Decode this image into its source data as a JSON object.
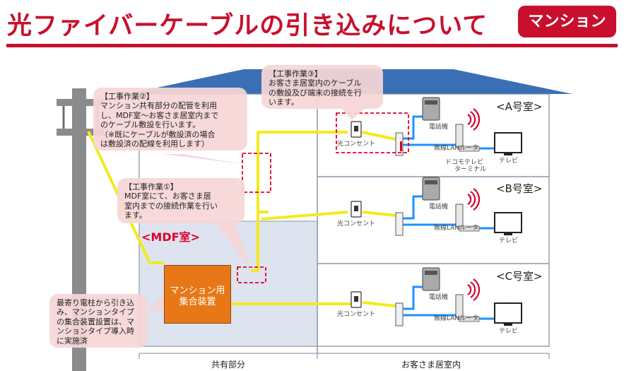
{
  "header": {
    "title": "光ファイバーケーブルの引き込みについて",
    "badge": "マンション"
  },
  "notes": {
    "work2": [
      "【工事作業②】",
      "マンション共有部分の配管を利用",
      "し、MDF室～お客さま居室内まで",
      "のケーブル敷設を行います。",
      "（※既にケーブルが敷設済の場合",
      "は敷設済の配線を利用します）"
    ],
    "work3": [
      "【工事作業③】",
      "お客さま居室内のケーブル",
      "の敷設及び端末の接続を行",
      "います。"
    ],
    "work1": [
      "【工事作業①】",
      "MDF室にて、お客さま居",
      "室内までの接続作業を行い",
      "ます。"
    ],
    "pole": [
      "最寄り電柱から引き込",
      "み、マンションタイプ",
      "の集合装置設置は、マ",
      "ンションタイプ導入時",
      "に実施済"
    ]
  },
  "mdf_label": "<MDF室>",
  "unit_label": [
    "マンション用",
    "集合装置"
  ],
  "rooms": [
    "<A号室>",
    "<B号室>",
    "<C号室>"
  ],
  "devices": {
    "outlet": "光コンセント",
    "phone": "電話機",
    "router": "無線LANルータ",
    "tv": "テレビ",
    "terminal": [
      "ドコモテレビ",
      "ターミナル"
    ]
  },
  "zones": {
    "shared": "共有部分",
    "private": "お客さま居室内"
  }
}
